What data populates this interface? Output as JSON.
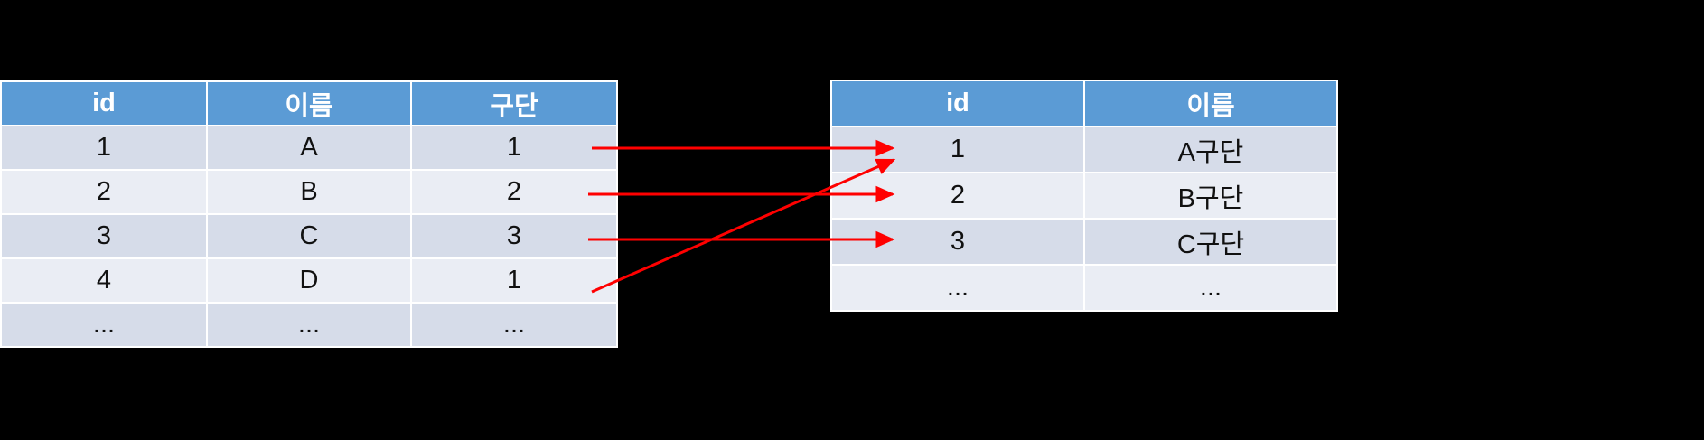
{
  "diagram": {
    "background_color": "#000000",
    "accent_header_color": "#5B9BD5",
    "row_color_a": "#D6DCE9",
    "row_color_b": "#EAEDF4",
    "arrow_color": "#FF0000",
    "left_table": {
      "name": "player-table",
      "columns": [
        "id",
        "이름",
        "구단"
      ],
      "rows": [
        [
          "1",
          "A",
          "1"
        ],
        [
          "2",
          "B",
          "2"
        ],
        [
          "3",
          "C",
          "3"
        ],
        [
          "4",
          "D",
          "1"
        ],
        [
          "...",
          "...",
          "..."
        ]
      ]
    },
    "right_table": {
      "name": "club-table",
      "columns": [
        "id",
        "이름"
      ],
      "rows": [
        [
          "1",
          "A구단"
        ],
        [
          "2",
          "B구단"
        ],
        [
          "3",
          "C구단"
        ],
        [
          "...",
          "..."
        ]
      ]
    },
    "relations": [
      {
        "from_row": 1,
        "from_value": "1",
        "to_row": 1,
        "to_value": "1",
        "style": "straight"
      },
      {
        "from_row": 2,
        "from_value": "2",
        "to_row": 2,
        "to_value": "2",
        "style": "straight"
      },
      {
        "from_row": 3,
        "from_value": "3",
        "to_row": 3,
        "to_value": "3",
        "style": "straight"
      },
      {
        "from_row": 4,
        "from_value": "1",
        "to_row": 1,
        "to_value": "1",
        "style": "diagonal"
      }
    ]
  }
}
